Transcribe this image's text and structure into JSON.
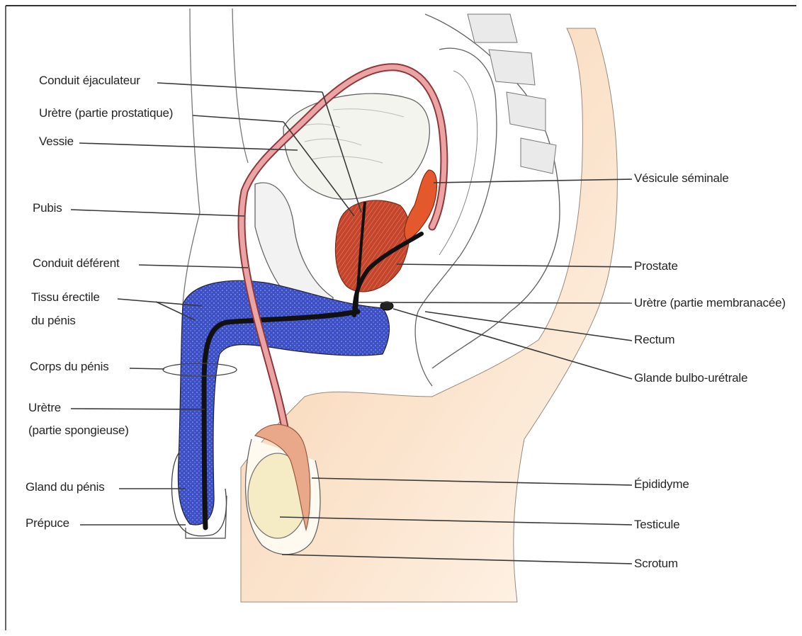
{
  "labels": {
    "conduit_ejaculateur": "Conduit éjaculateur",
    "uretre_prostatique": "Urètre (partie prostatique)",
    "vessie": "Vessie",
    "pubis": "Pubis",
    "conduit_deferent": "Conduit déférent",
    "tissu_erectile_1": "Tissu érectile",
    "tissu_erectile_2": "du pénis",
    "corps_penis": "Corps du pénis",
    "uretre_spongieuse_1": "Urètre",
    "uretre_spongieuse_2": "(partie spongieuse)",
    "gland_penis": "Gland du pénis",
    "prepuce": "Prépuce",
    "vesicule_seminale": "Vésicule séminale",
    "prostate": "Prostate",
    "uretre_membranacee": "Urètre (partie membranacée)",
    "rectum": "Rectum",
    "glande_bulbo": "Glande bulbo-urétrale",
    "epididyme": "Épididyme",
    "testicule": "Testicule",
    "scrotum": "Scrotum"
  },
  "colors": {
    "erectile_tissue": "#3d4fc4",
    "vas_deferens": "#e79a9a",
    "prostate": "#c4452c",
    "seminal_vesicle": "#e3582d",
    "skin": "#f3c9a1",
    "testis": "#f5ecc6",
    "epididymis": "#e9a88a",
    "urethra": "#111111"
  }
}
